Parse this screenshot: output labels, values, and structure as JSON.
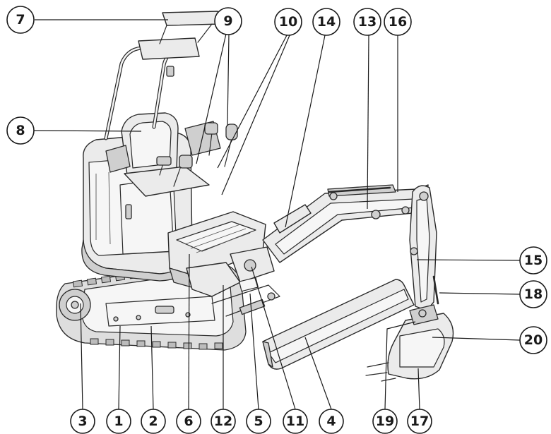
{
  "callouts": [
    {
      "id": "c7",
      "label": "7"
    },
    {
      "id": "c9",
      "label": "9"
    },
    {
      "id": "c10",
      "label": "10"
    },
    {
      "id": "c14",
      "label": "14"
    },
    {
      "id": "c13",
      "label": "13"
    },
    {
      "id": "c16",
      "label": "16"
    },
    {
      "id": "c8",
      "label": "8"
    },
    {
      "id": "c15",
      "label": "15"
    },
    {
      "id": "c18",
      "label": "18"
    },
    {
      "id": "c20",
      "label": "20"
    },
    {
      "id": "c3",
      "label": "3"
    },
    {
      "id": "c1",
      "label": "1"
    },
    {
      "id": "c2",
      "label": "2"
    },
    {
      "id": "c6",
      "label": "6"
    },
    {
      "id": "c12",
      "label": "12"
    },
    {
      "id": "c5",
      "label": "5"
    },
    {
      "id": "c11",
      "label": "11"
    },
    {
      "id": "c4",
      "label": "4"
    },
    {
      "id": "c19",
      "label": "19"
    },
    {
      "id": "c17",
      "label": "17"
    }
  ]
}
